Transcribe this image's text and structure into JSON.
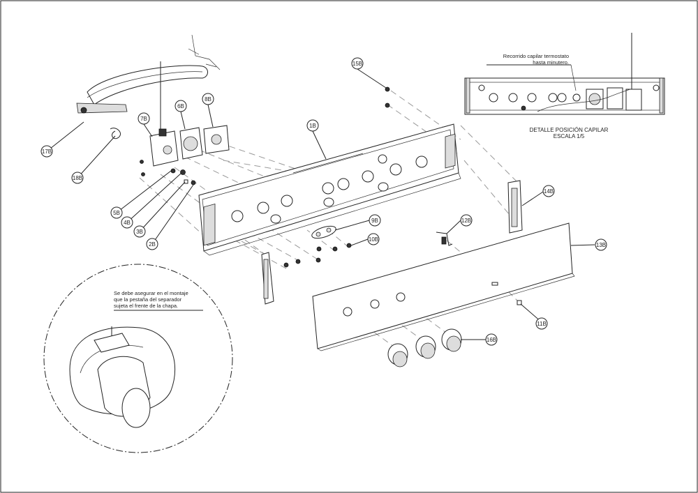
{
  "callouts": [
    {
      "id": "1B"
    },
    {
      "id": "2B"
    },
    {
      "id": "3B"
    },
    {
      "id": "4B"
    },
    {
      "id": "5B"
    },
    {
      "id": "6B"
    },
    {
      "id": "7B"
    },
    {
      "id": "8B"
    },
    {
      "id": "9B"
    },
    {
      "id": "10B"
    },
    {
      "id": "11B"
    },
    {
      "id": "12B"
    },
    {
      "id": "13B"
    },
    {
      "id": "14B"
    },
    {
      "id": "15B"
    },
    {
      "id": "16B"
    },
    {
      "id": "17B"
    },
    {
      "id": "18B"
    }
  ],
  "notes": {
    "capillary_route": [
      "Recorrido capilar termostato",
      "hasta minutero."
    ],
    "detail_caption": [
      "DETALLE POSICIÓN CAPILAR",
      "ESCALA  1/5"
    ],
    "assembly_note": [
      "Se debe asegurar en el montaje",
      "que la pestaña del separador",
      "sujeta el frente de la chapa."
    ]
  }
}
